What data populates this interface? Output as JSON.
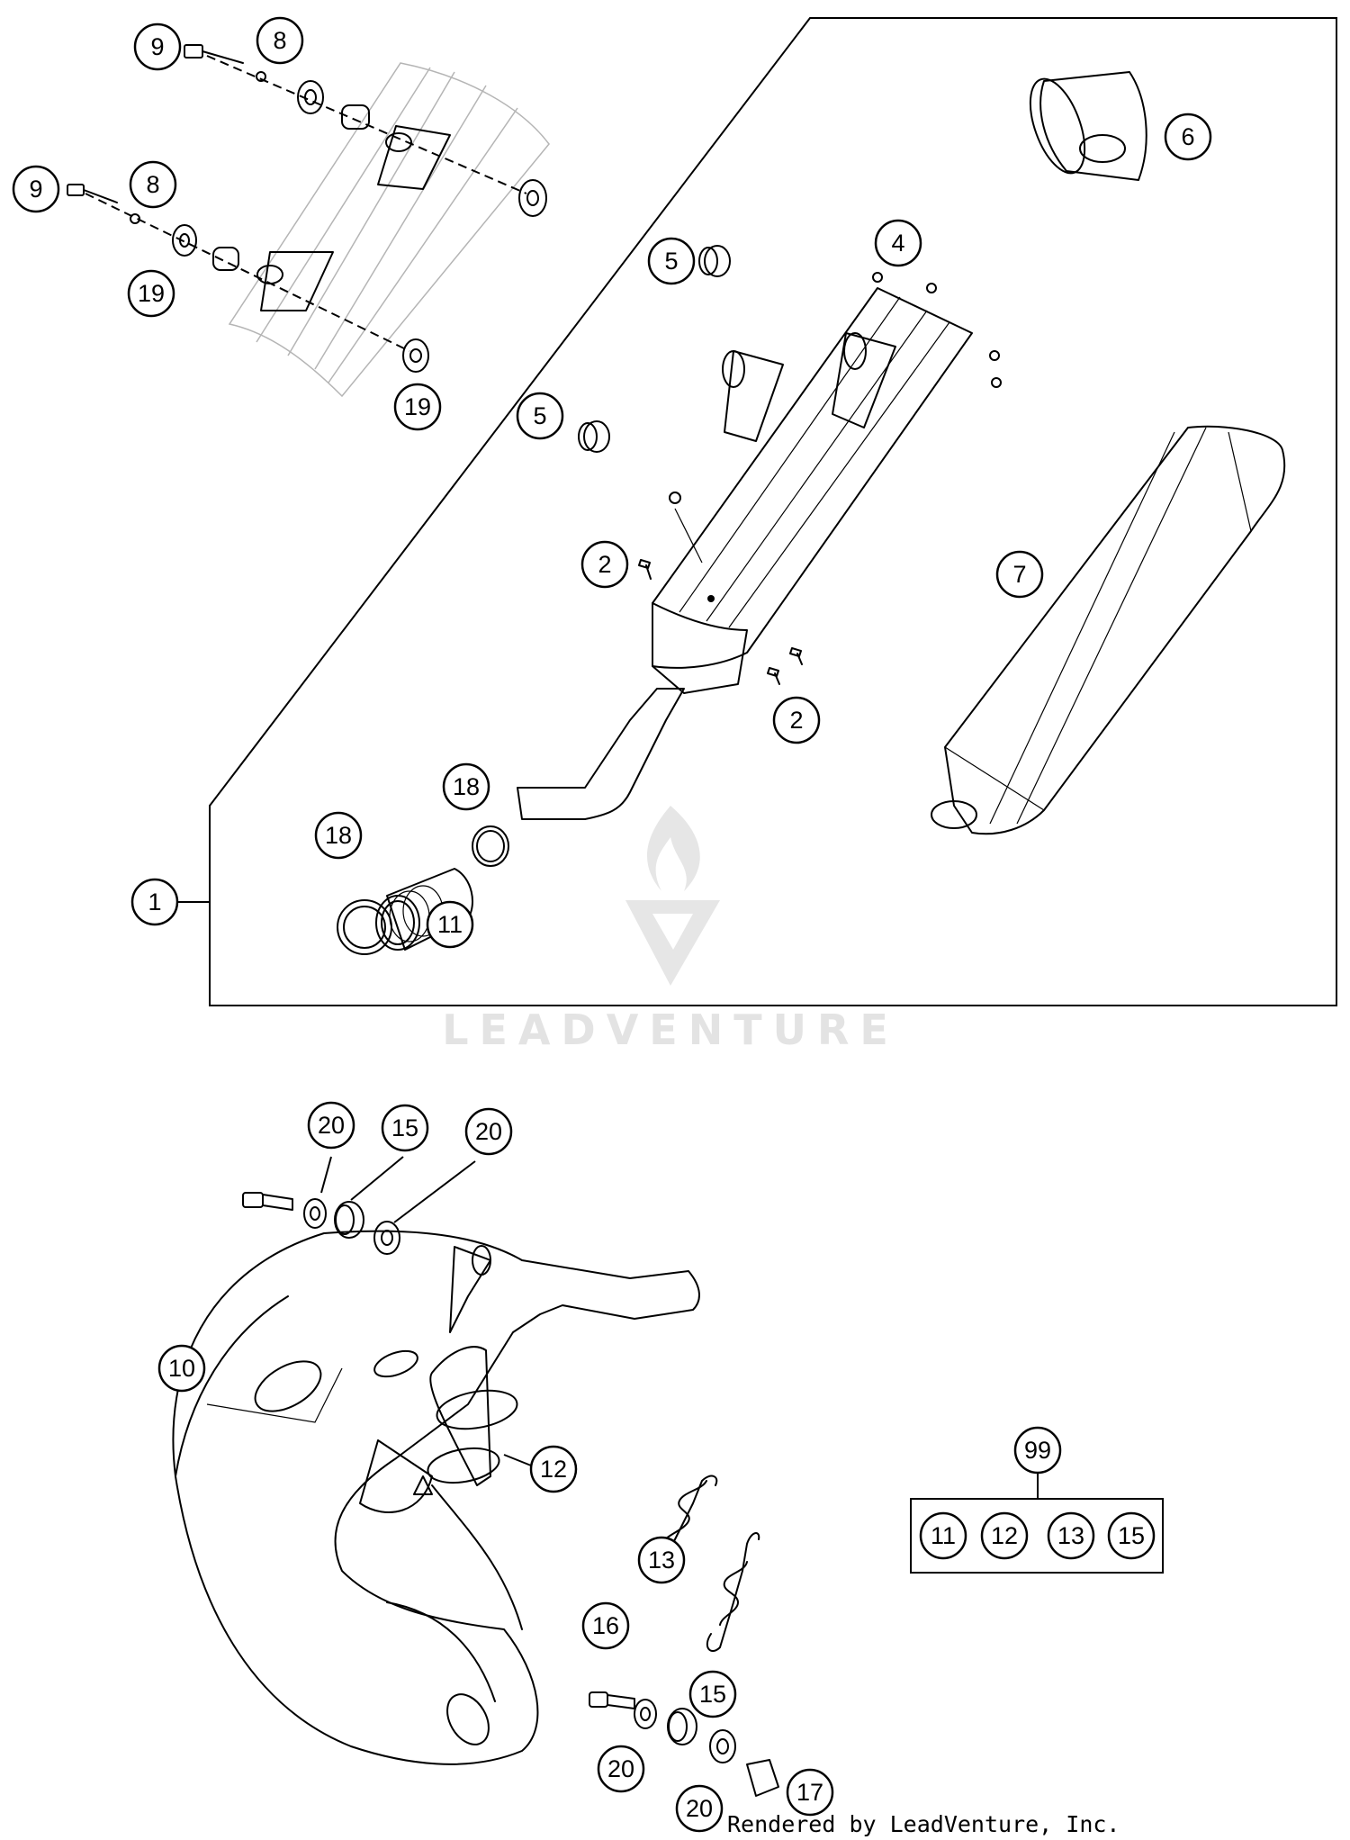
{
  "callouts": [
    {
      "label": "9"
    },
    {
      "label": "8"
    },
    {
      "label": "9"
    },
    {
      "label": "8"
    },
    {
      "label": "19"
    },
    {
      "label": "19"
    },
    {
      "label": "5"
    },
    {
      "label": "4"
    },
    {
      "label": "6"
    },
    {
      "label": "5"
    },
    {
      "label": "2"
    },
    {
      "label": "7"
    },
    {
      "label": "2"
    },
    {
      "label": "18"
    },
    {
      "label": "18"
    },
    {
      "label": "11"
    },
    {
      "label": "1"
    },
    {
      "label": "20"
    },
    {
      "label": "15"
    },
    {
      "label": "20"
    },
    {
      "label": "10"
    },
    {
      "label": "12"
    },
    {
      "label": "13"
    },
    {
      "label": "99"
    },
    {
      "label": "16"
    },
    {
      "label": "15"
    },
    {
      "label": "20"
    },
    {
      "label": "20"
    },
    {
      "label": "17"
    }
  ],
  "kit": {
    "label": "99",
    "contents": [
      "11",
      "12",
      "13",
      "15"
    ]
  },
  "watermark": {
    "text": "LEADVENTURE"
  },
  "credit": {
    "text": "Rendered by LeadVenture, Inc."
  }
}
